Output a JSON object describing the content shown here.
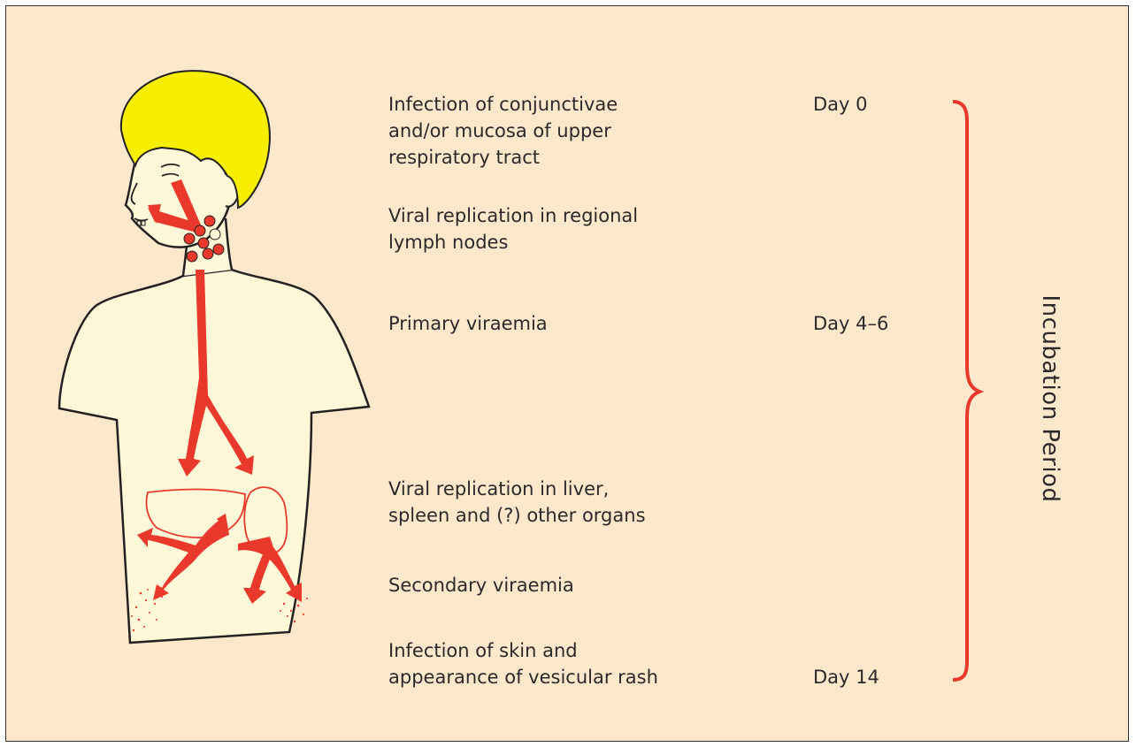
{
  "stages": [
    {
      "text": "Infection of conjunctivae\nand/or mucosa of upper\nrespiratory tract",
      "day": "Day 0"
    },
    {
      "text": "Viral replication in regional\nlymph nodes",
      "day": ""
    },
    {
      "text": "Primary viraemia",
      "day": "Day 4–6"
    },
    {
      "text": "Viral replication in liver,\nspleen and (?) other organs",
      "day": ""
    },
    {
      "text": "Secondary viraemia",
      "day": ""
    },
    {
      "text": "Infection of skin and\nappearance of vesicular rash",
      "day": "Day 14"
    }
  ],
  "period_label": "Incubation Period",
  "colors": {
    "background": "#fde8cc",
    "skin": "#fff8d8",
    "hair": "#f7ee00",
    "arrow_red": "#e8392c",
    "brace_red": "#e8392c"
  }
}
